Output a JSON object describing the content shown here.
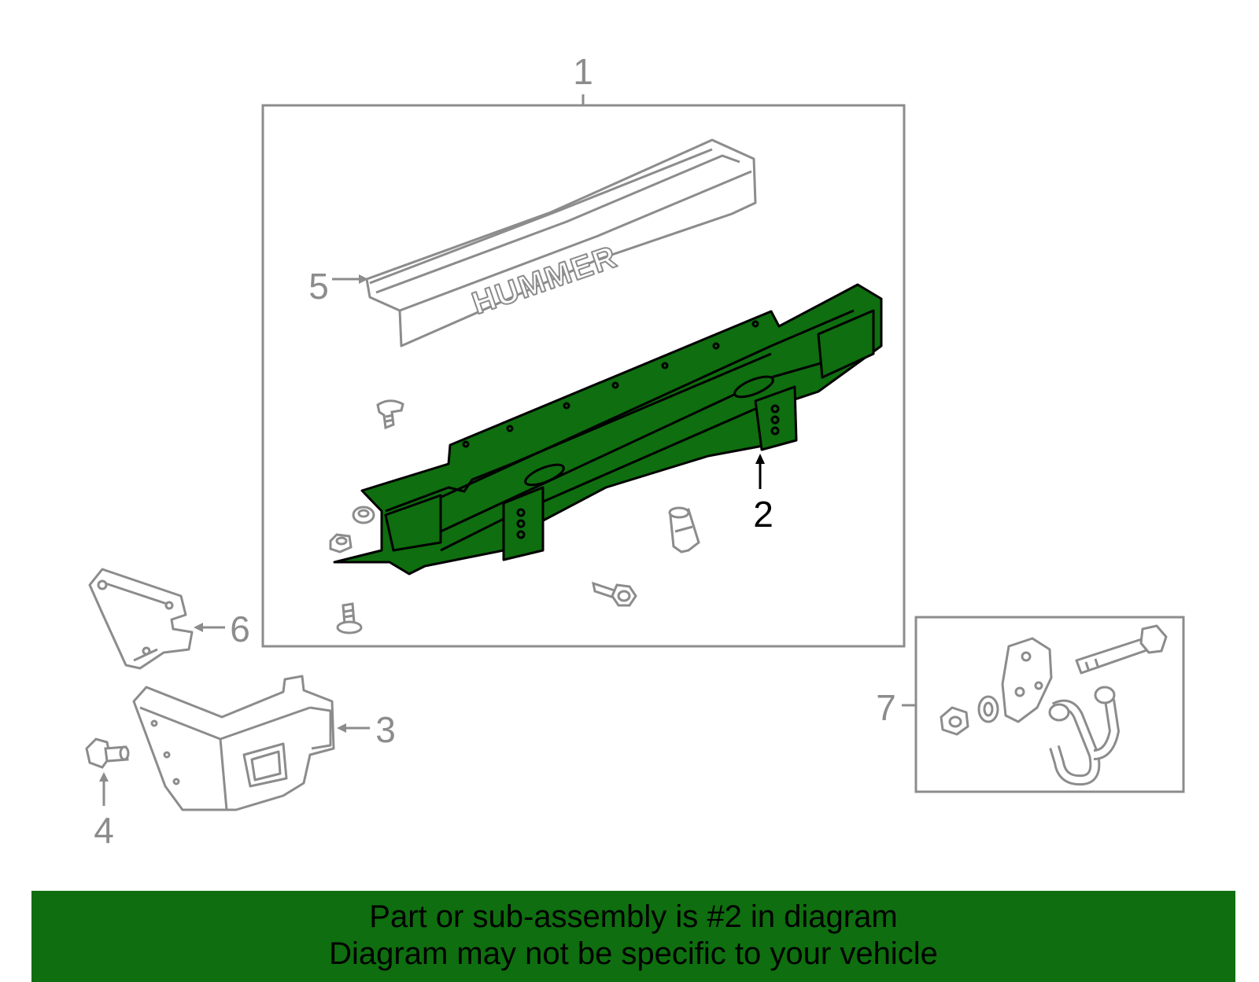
{
  "diagram": {
    "callouts": {
      "c1": "1",
      "c2": "2",
      "c3": "3",
      "c4": "4",
      "c5": "5",
      "c6": "6",
      "c7": "7"
    },
    "emblem_text": "HUMMER",
    "highlighted_part": "2",
    "colors": {
      "highlight": "#0f6e0f",
      "line_gray": "#8c8c8c",
      "caption_bar": "#0f6e0f"
    }
  },
  "caption": {
    "line1": "Part or sub-assembly is #2 in diagram",
    "line2": "Diagram may not be specific to your vehicle"
  }
}
